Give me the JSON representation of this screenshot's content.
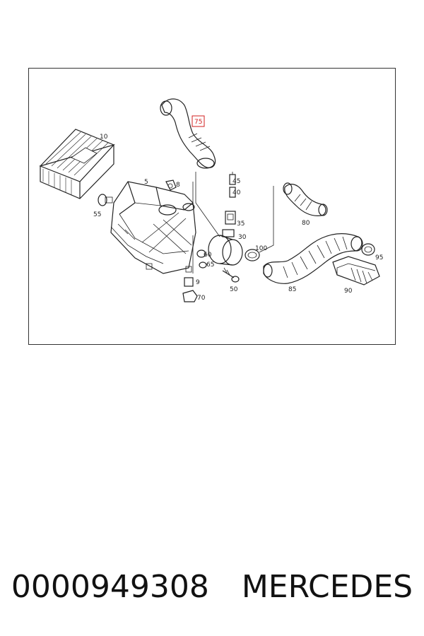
{
  "diagram": {
    "highlight_color": "#d21f1f",
    "callouts": [
      {
        "id": "10",
        "label": "10"
      },
      {
        "id": "55",
        "label": "55"
      },
      {
        "id": "5",
        "label": "5"
      },
      {
        "id": "8",
        "label": "8"
      },
      {
        "id": "75",
        "label": "75",
        "highlighted": true
      },
      {
        "id": "45",
        "label": "45"
      },
      {
        "id": "40",
        "label": "40"
      },
      {
        "id": "35",
        "label": "35"
      },
      {
        "id": "30",
        "label": "30"
      },
      {
        "id": "60",
        "label": "60"
      },
      {
        "id": "65",
        "label": "65"
      },
      {
        "id": "9",
        "label": "9"
      },
      {
        "id": "70",
        "label": "70"
      },
      {
        "id": "50",
        "label": "50"
      },
      {
        "id": "100",
        "label": "100"
      },
      {
        "id": "80",
        "label": "80"
      },
      {
        "id": "85",
        "label": "85"
      },
      {
        "id": "90",
        "label": "90"
      },
      {
        "id": "95",
        "label": "95"
      }
    ]
  },
  "caption": {
    "part_number": "0000949308",
    "brand": "MERCEDES"
  }
}
